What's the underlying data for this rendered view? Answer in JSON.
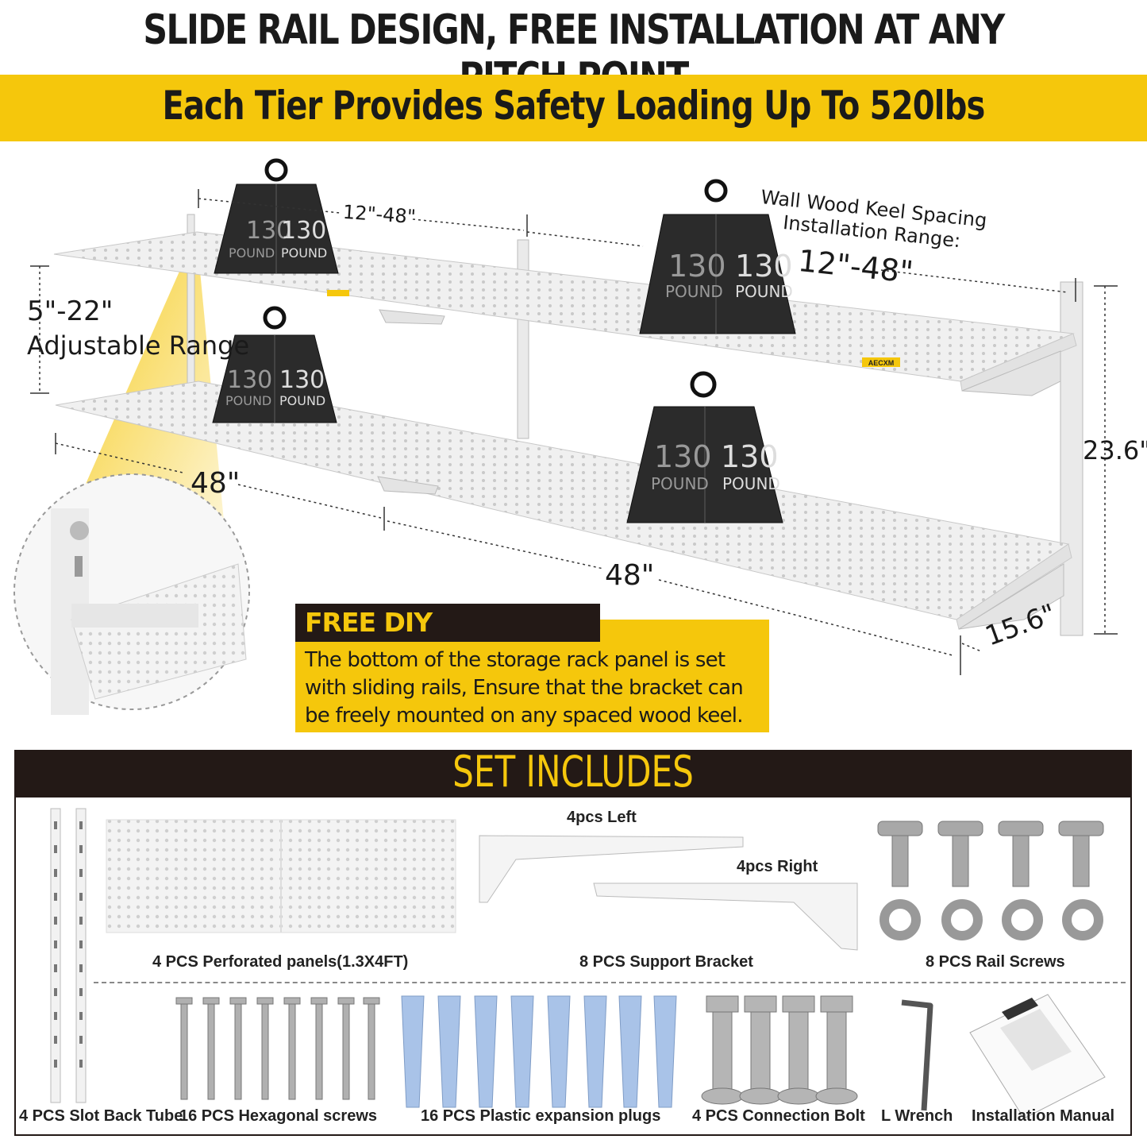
{
  "headline": "SLIDE RAIL DESIGN, FREE INSTALLATION AT ANY PITCH POINT",
  "banner": "Each Tier Provides Safety Loading Up To 520lbs",
  "colors": {
    "accent": "#f5c70c",
    "dark": "#231916",
    "shelf": "#eeeeee",
    "weight": "#2b2b2b"
  },
  "diagram": {
    "spacing_top": "12\"-48\"",
    "keel_label_1": "Wall Wood Keel Spacing",
    "keel_label_2": "Installation Range:",
    "keel_value": "12\"-48\"",
    "adjust_value": "5\"-22\"",
    "adjust_label": "Adjustable Range",
    "width_left": "48\"",
    "width_right": "48\"",
    "depth": "15.6\"",
    "height": "23.6\"",
    "brand": "AECXM",
    "weight_number": "130",
    "weight_unit": "POUND"
  },
  "callout": {
    "title": "FREE DIY CONNECTION",
    "text": "The bottom of the storage rack panel is set with sliding rails, Ensure that the bracket can be freely mounted on any spaced wood keel."
  },
  "set_includes": {
    "title": "SET INCLUDES",
    "bracket_left": "4pcs Left",
    "bracket_right": "4pcs Right",
    "items": {
      "panels": "4 PCS Perforated panels(1.3X4FT)",
      "brackets": "8 PCS Support Bracket",
      "rail_screws": "8 PCS Rail Screws",
      "tube": "4 PCS Slot Back Tube",
      "hex_screws": "16 PCS Hexagonal screws",
      "plugs": "16 PCS Plastic expansion plugs",
      "bolt": "4 PCS Connection Bolt",
      "wrench": "L Wrench",
      "manual": "Installation Manual"
    }
  }
}
